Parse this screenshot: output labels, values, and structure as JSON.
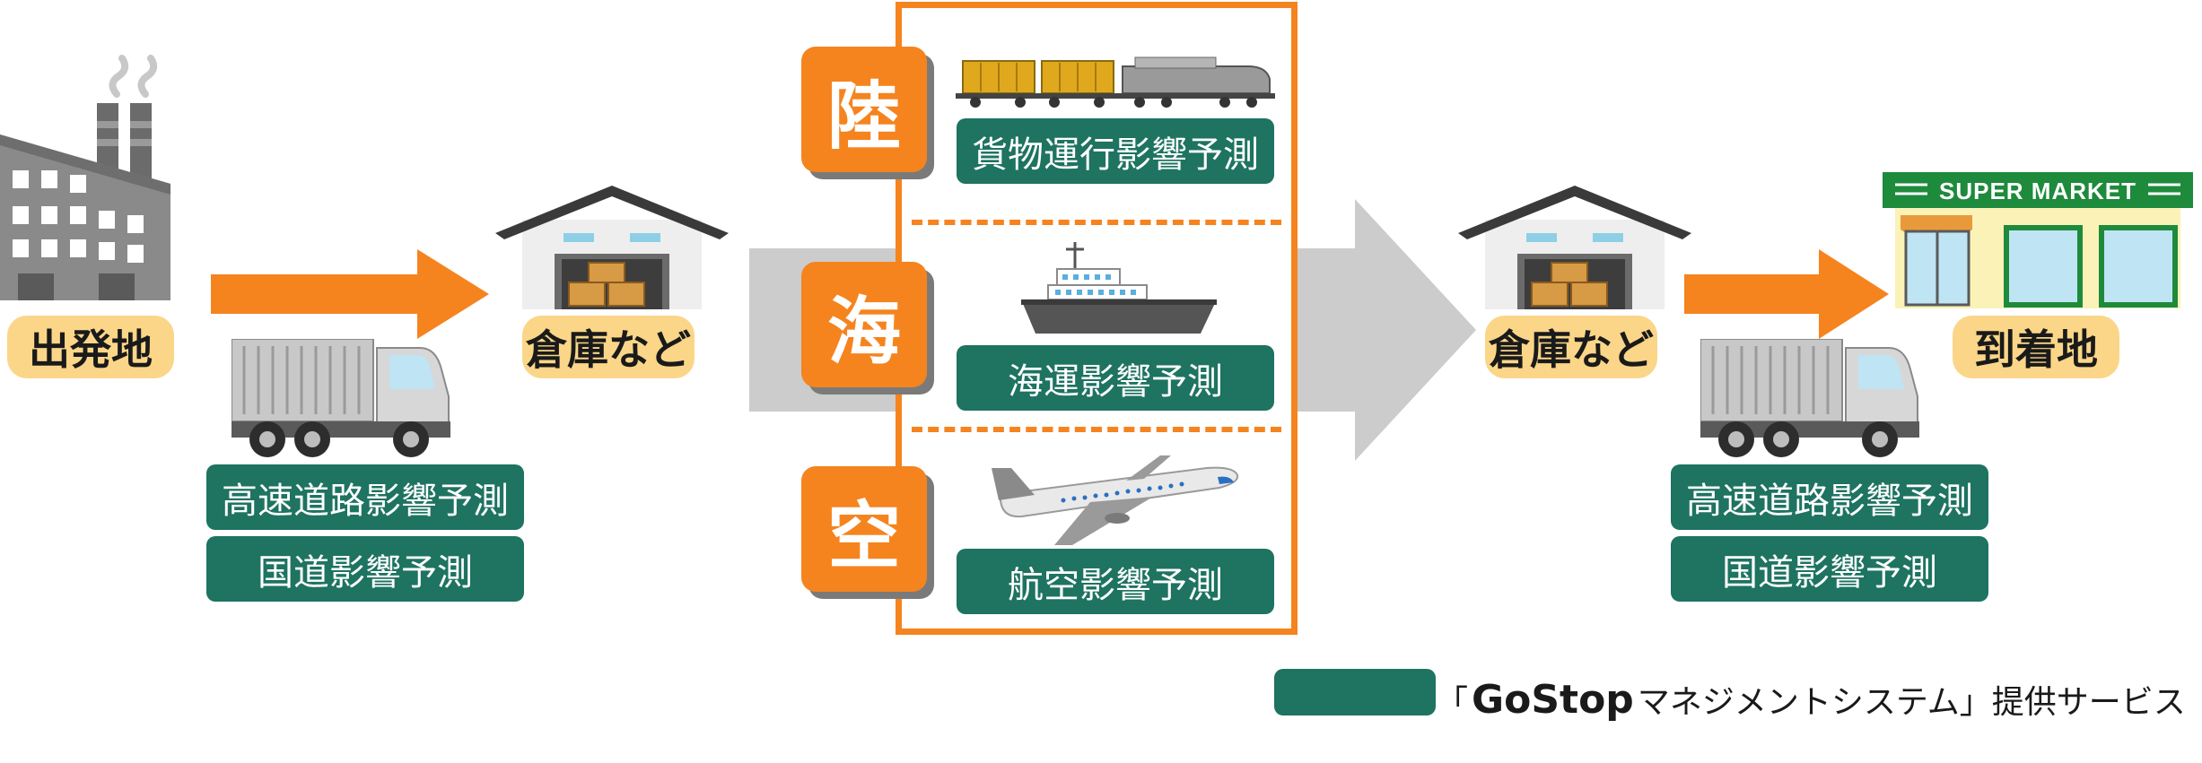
{
  "origin": {
    "label": "出発地"
  },
  "warehouse_left": {
    "label": "倉庫など"
  },
  "warehouse_right": {
    "label": "倉庫など"
  },
  "destination": {
    "label": "到着地",
    "sign_text": "SUPER MARKET"
  },
  "left_truck_services": [
    "高速道路影響予測",
    "国道影響予測"
  ],
  "right_truck_services": [
    "高速道路影響予測",
    "国道影響予測"
  ],
  "modes": [
    {
      "tile": "陸",
      "service": "貨物運行影響予測",
      "icon": "freight-train-icon"
    },
    {
      "tile": "海",
      "service": "海運影響予測",
      "icon": "ship-icon"
    },
    {
      "tile": "空",
      "service": "航空影響予測",
      "icon": "airplane-icon"
    }
  ],
  "legend": {
    "open_bracket": "「",
    "brand": "GoStop",
    "system": "マネジメントシステム",
    "close_bracket": "」",
    "suffix": "提供サービス"
  },
  "colors": {
    "service_green": "#1e7361",
    "accent_orange": "#f5841f",
    "label_yellow": "#fbd688",
    "flow_gray": "#cccccc",
    "market_green": "#1e8a3c"
  }
}
